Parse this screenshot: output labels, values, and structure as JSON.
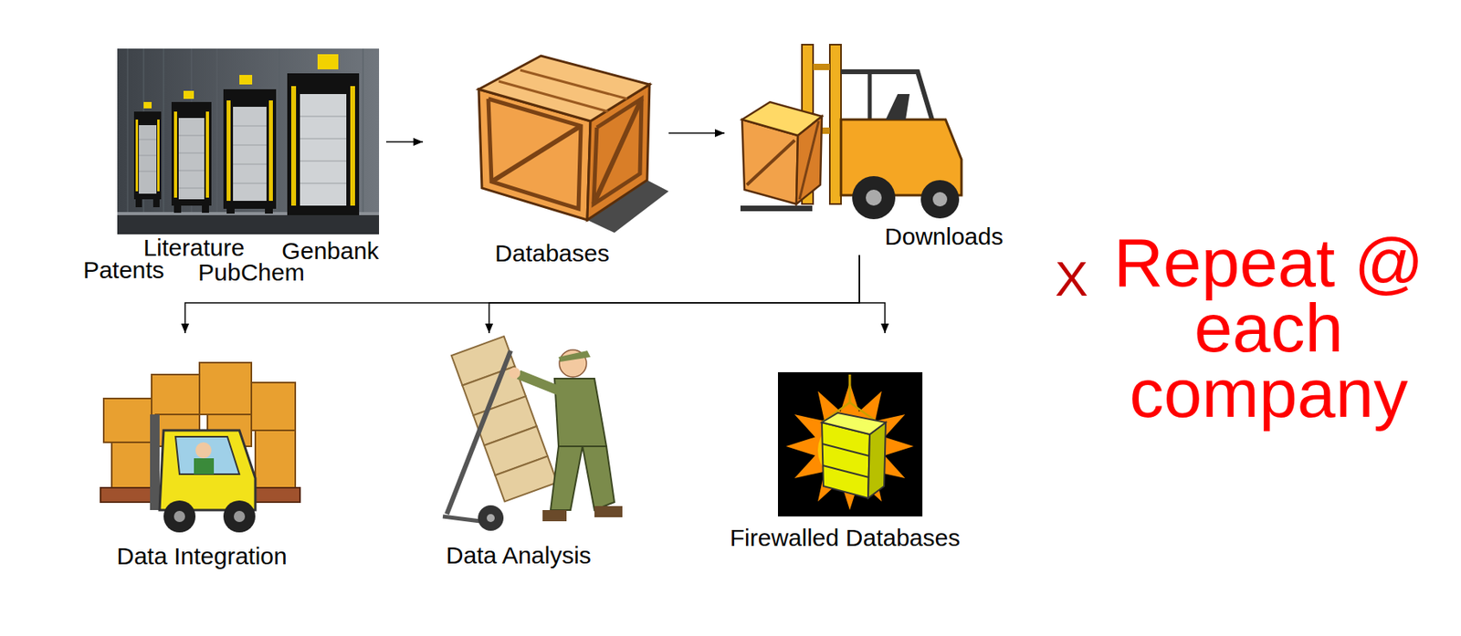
{
  "diagram": {
    "nodes": [
      {
        "text": [
          "Literature",
          "Genbank",
          "Patents",
          "PubChem"
        ]
      },
      {
        "text": [
          "Databases"
        ]
      },
      {
        "text": [
          "Downloads"
        ]
      },
      {
        "text": [
          "Data Integration"
        ]
      },
      {
        "text": [
          "Data Analysis"
        ]
      },
      {
        "text": [
          "Firewalled Databases"
        ]
      }
    ],
    "edges": [
      {
        "from": 0,
        "to": 1,
        "arrow": "to"
      },
      {
        "from": 1,
        "to": 2,
        "arrow": "to"
      },
      {
        "from": 2,
        "to": 3,
        "arrow": "to"
      },
      {
        "from": 2,
        "to": 4,
        "arrow": "to"
      },
      {
        "from": 2,
        "to": 5,
        "arrow": "to"
      }
    ],
    "labels": [
      "X",
      "Repeat @ each company"
    ]
  }
}
